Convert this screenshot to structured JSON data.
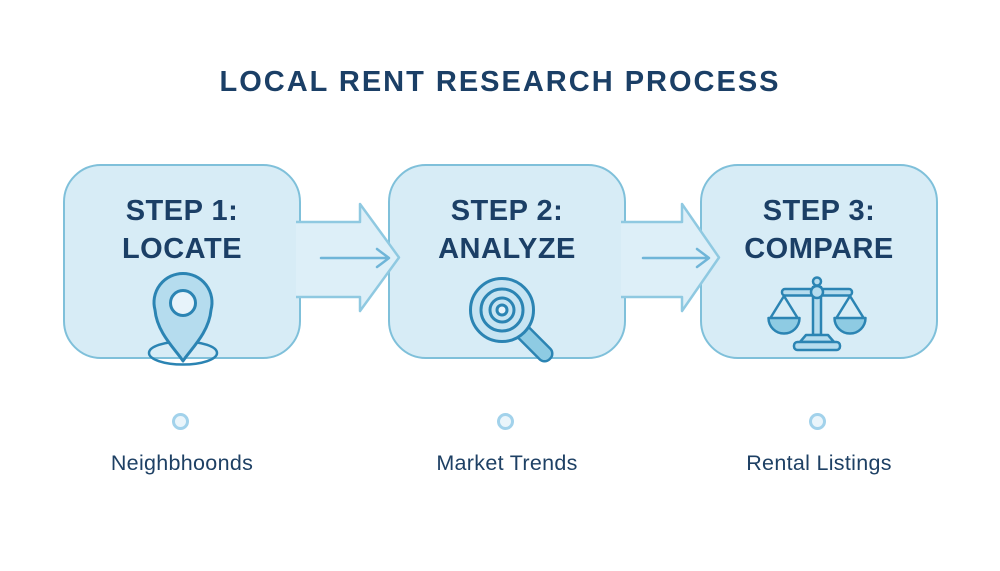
{
  "title": "LOCAL RENT RESEARCH PROCESS",
  "steps": [
    {
      "step_label": "STEP 1:",
      "action": "LOCATE",
      "icon": "location-pin-icon",
      "caption": "Neighbhoonds"
    },
    {
      "step_label": "STEP 2:",
      "action": "ANALYZE",
      "icon": "magnifier-icon",
      "caption": "Market Trends"
    },
    {
      "step_label": "STEP 3:",
      "action": "COMPARE",
      "icon": "balance-scale-icon",
      "caption": "Rental Listings"
    }
  ],
  "colors": {
    "bg": "#ffffff",
    "box_fill": "#d7ecf6",
    "box_border": "#7fc0da",
    "arrow_fill": "#ddeff8",
    "arrow_border": "#8fc9e1",
    "thin_arrow": "#6fb5d8",
    "icon_stroke": "#2b84b3",
    "icon_fill": "#b5dcee",
    "icon_fill_dark": "#8ecbe3",
    "icon_fill_light": "#e7f3fa",
    "heading_text": "#1b3f66",
    "caption_text": "#1e4064",
    "dot_border": "#a2d2eb",
    "dot_fill": "#eaf5fb"
  }
}
